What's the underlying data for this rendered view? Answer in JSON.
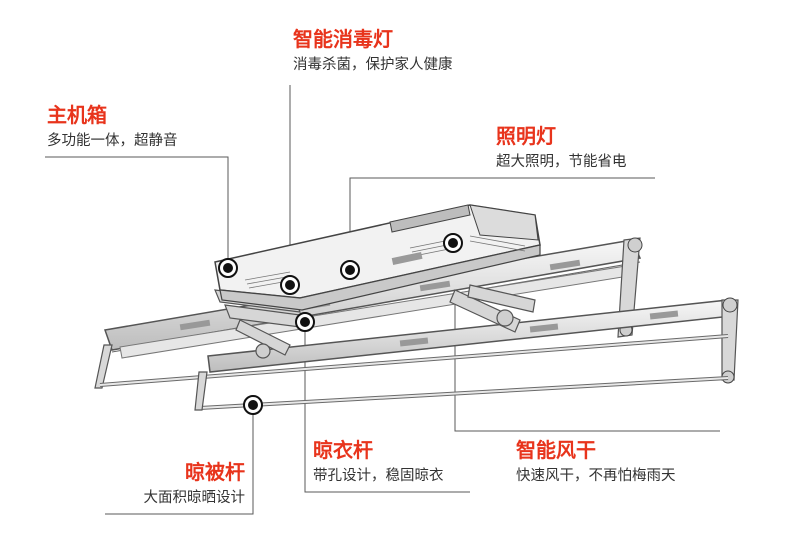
{
  "accent_color": "#e8341c",
  "line_color": "#5a5a5a",
  "callouts": {
    "disinfection_lamp": {
      "title": "智能消毒灯",
      "desc": "消毒杀菌，保护家人健康"
    },
    "main_box": {
      "title": "主机箱",
      "desc": "多功能一体，超静音"
    },
    "lighting_lamp": {
      "title": "照明灯",
      "desc": "超大照明，节能省电"
    },
    "drying_rod": {
      "title": "晾衣杆",
      "desc": "带孔设计，稳固晾衣"
    },
    "air_dry": {
      "title": "智能风干",
      "desc": "快速风干，不再怕梅雨天"
    },
    "quilt_rod": {
      "title": "晾被杆",
      "desc": "大面积晾晒设计"
    }
  }
}
